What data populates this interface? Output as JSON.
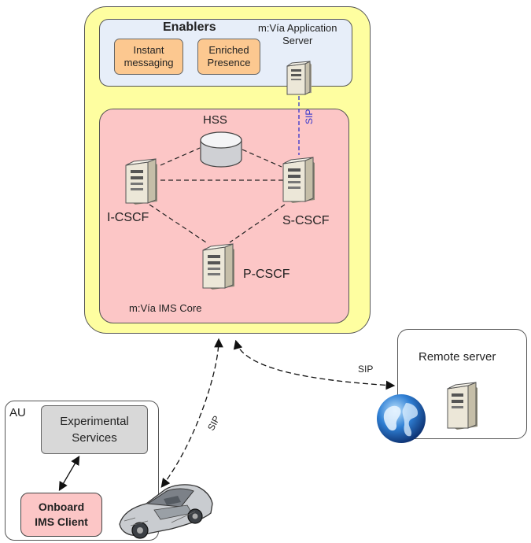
{
  "enablers": {
    "title": "Enablers",
    "server_label": "m:Vía Application\nServer",
    "items": [
      "Instant\nmessaging",
      "Enriched\nPresence"
    ]
  },
  "core": {
    "label": "m:Vía IMS Core",
    "hss": "HSS",
    "icscf": "I-CSCF",
    "scscf": "S-CSCF",
    "pcscf": "P-CSCF"
  },
  "au": {
    "label": "AU",
    "experimental": "Experimental\nServices",
    "onboard": "Onboard\nIMS Client"
  },
  "remote": {
    "label": "Remote server"
  },
  "links": {
    "sip_as": "SIP",
    "sip_car": "SIP",
    "sip_remote": "SIP"
  },
  "colors": {
    "outer": "#fefea0",
    "enablers_bg": "#e7eef9",
    "core_bg": "#fcc6c6",
    "enabler_item": "#fcc890",
    "experimental": "#d8d8d8",
    "sip_link": "#3333cc"
  },
  "icons": [
    "server-icon",
    "database-icon",
    "globe-icon",
    "car-icon"
  ]
}
